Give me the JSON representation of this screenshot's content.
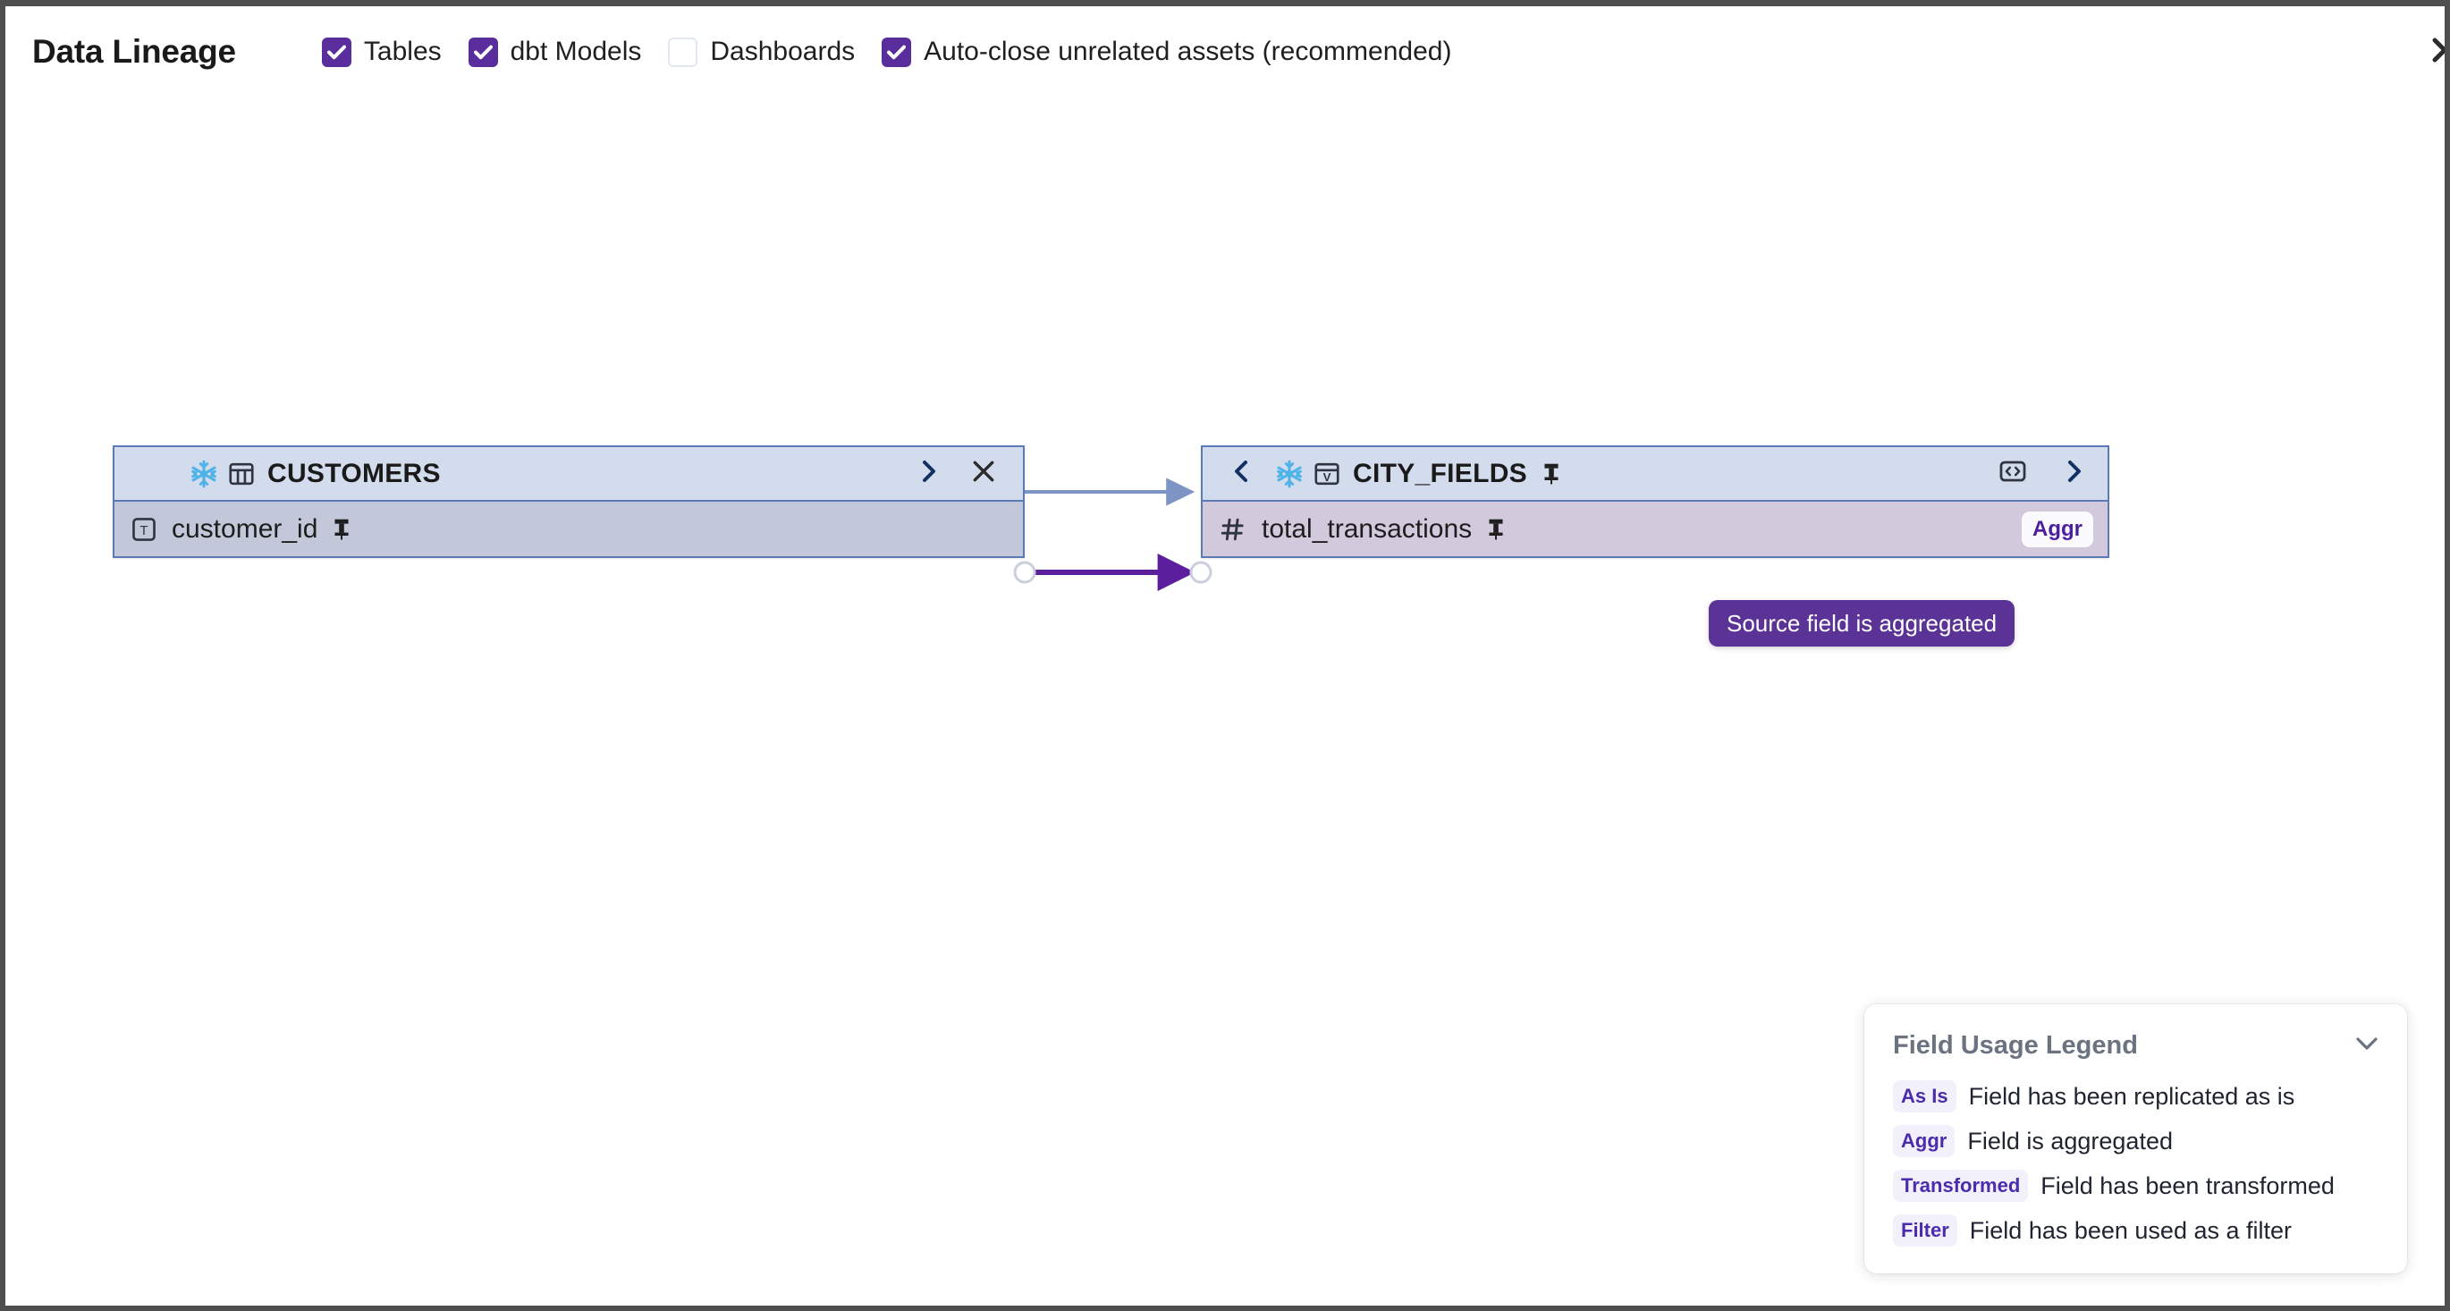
{
  "header": {
    "title": "Data Lineage",
    "filters": [
      {
        "label": "Tables",
        "checked": true,
        "icon": "checkbox-checked-icon"
      },
      {
        "label": "dbt Models",
        "checked": true,
        "icon": "checkbox-checked-icon"
      },
      {
        "label": "Dashboards",
        "checked": false,
        "icon": "checkbox-unchecked-icon"
      },
      {
        "label": "Auto-close unrelated assets (recommended)",
        "checked": true,
        "icon": "checkbox-checked-icon"
      }
    ],
    "edge_toggle_icon": "chevron-right-icon"
  },
  "graph": {
    "nodes": [
      {
        "id": "customers",
        "title": "CUSTOMERS",
        "platform_icon": "snowflake-icon",
        "asset_type_icon": "table-icon",
        "asset_type": "table",
        "pinned": false,
        "header_actions": [
          {
            "icon": "chevron-right-icon",
            "name": "expand-downstream-button"
          },
          {
            "icon": "close-icon",
            "name": "close-node-button"
          }
        ],
        "fields": [
          {
            "name": "customer_id",
            "type_icon": "text-type-icon",
            "type_glyph": "T",
            "pinned": true,
            "usage_badge": null
          }
        ]
      },
      {
        "id": "city_fields",
        "title": "CITY_FIELDS",
        "platform_icon": "snowflake-icon",
        "asset_type_icon": "view-icon",
        "asset_type": "view",
        "asset_type_glyph": "V",
        "pinned": true,
        "header_actions_left": [
          {
            "icon": "chevron-left-icon",
            "name": "expand-upstream-button"
          }
        ],
        "header_actions": [
          {
            "icon": "code-icon",
            "name": "view-code-button"
          },
          {
            "icon": "chevron-right-icon",
            "name": "expand-downstream-button"
          }
        ],
        "fields": [
          {
            "name": "total_transactions",
            "type_icon": "number-type-icon",
            "type_glyph": "#",
            "pinned": true,
            "usage_badge": "Aggr"
          }
        ]
      }
    ],
    "edges": [
      {
        "kind": "asset-edge",
        "from": "customers",
        "to": "city_fields",
        "color": "#7d95c4"
      },
      {
        "kind": "field-edge",
        "from": "customers.customer_id",
        "to": "city_fields.total_transactions",
        "color": "#5b1f9e"
      }
    ]
  },
  "tooltip": {
    "text": "Source field is aggregated",
    "background": "#5b3296"
  },
  "legend": {
    "title": "Field Usage Legend",
    "collapse_icon": "chevron-down-icon",
    "items": [
      {
        "chip": "As Is",
        "description": "Field has been replicated as is"
      },
      {
        "chip": "Aggr",
        "description": "Field is aggregated"
      },
      {
        "chip": "Transformed",
        "description": "Field has been transformed"
      },
      {
        "chip": "Filter",
        "description": "Field has been used as a filter"
      }
    ]
  },
  "colors": {
    "accent_purple": "#5a2d9c",
    "field_edge": "#5b1f9e",
    "asset_edge": "#7d95c4",
    "node_border": "#5c7ab3",
    "node_header_bg": "#d3dcec",
    "customers_field_bg": "#c3c7da",
    "city_field_bg": "#d2c9dd",
    "snowflake_blue": "#4fb3e8",
    "chip_bg": "#f1f0fb",
    "chip_text": "#4b2cad"
  }
}
